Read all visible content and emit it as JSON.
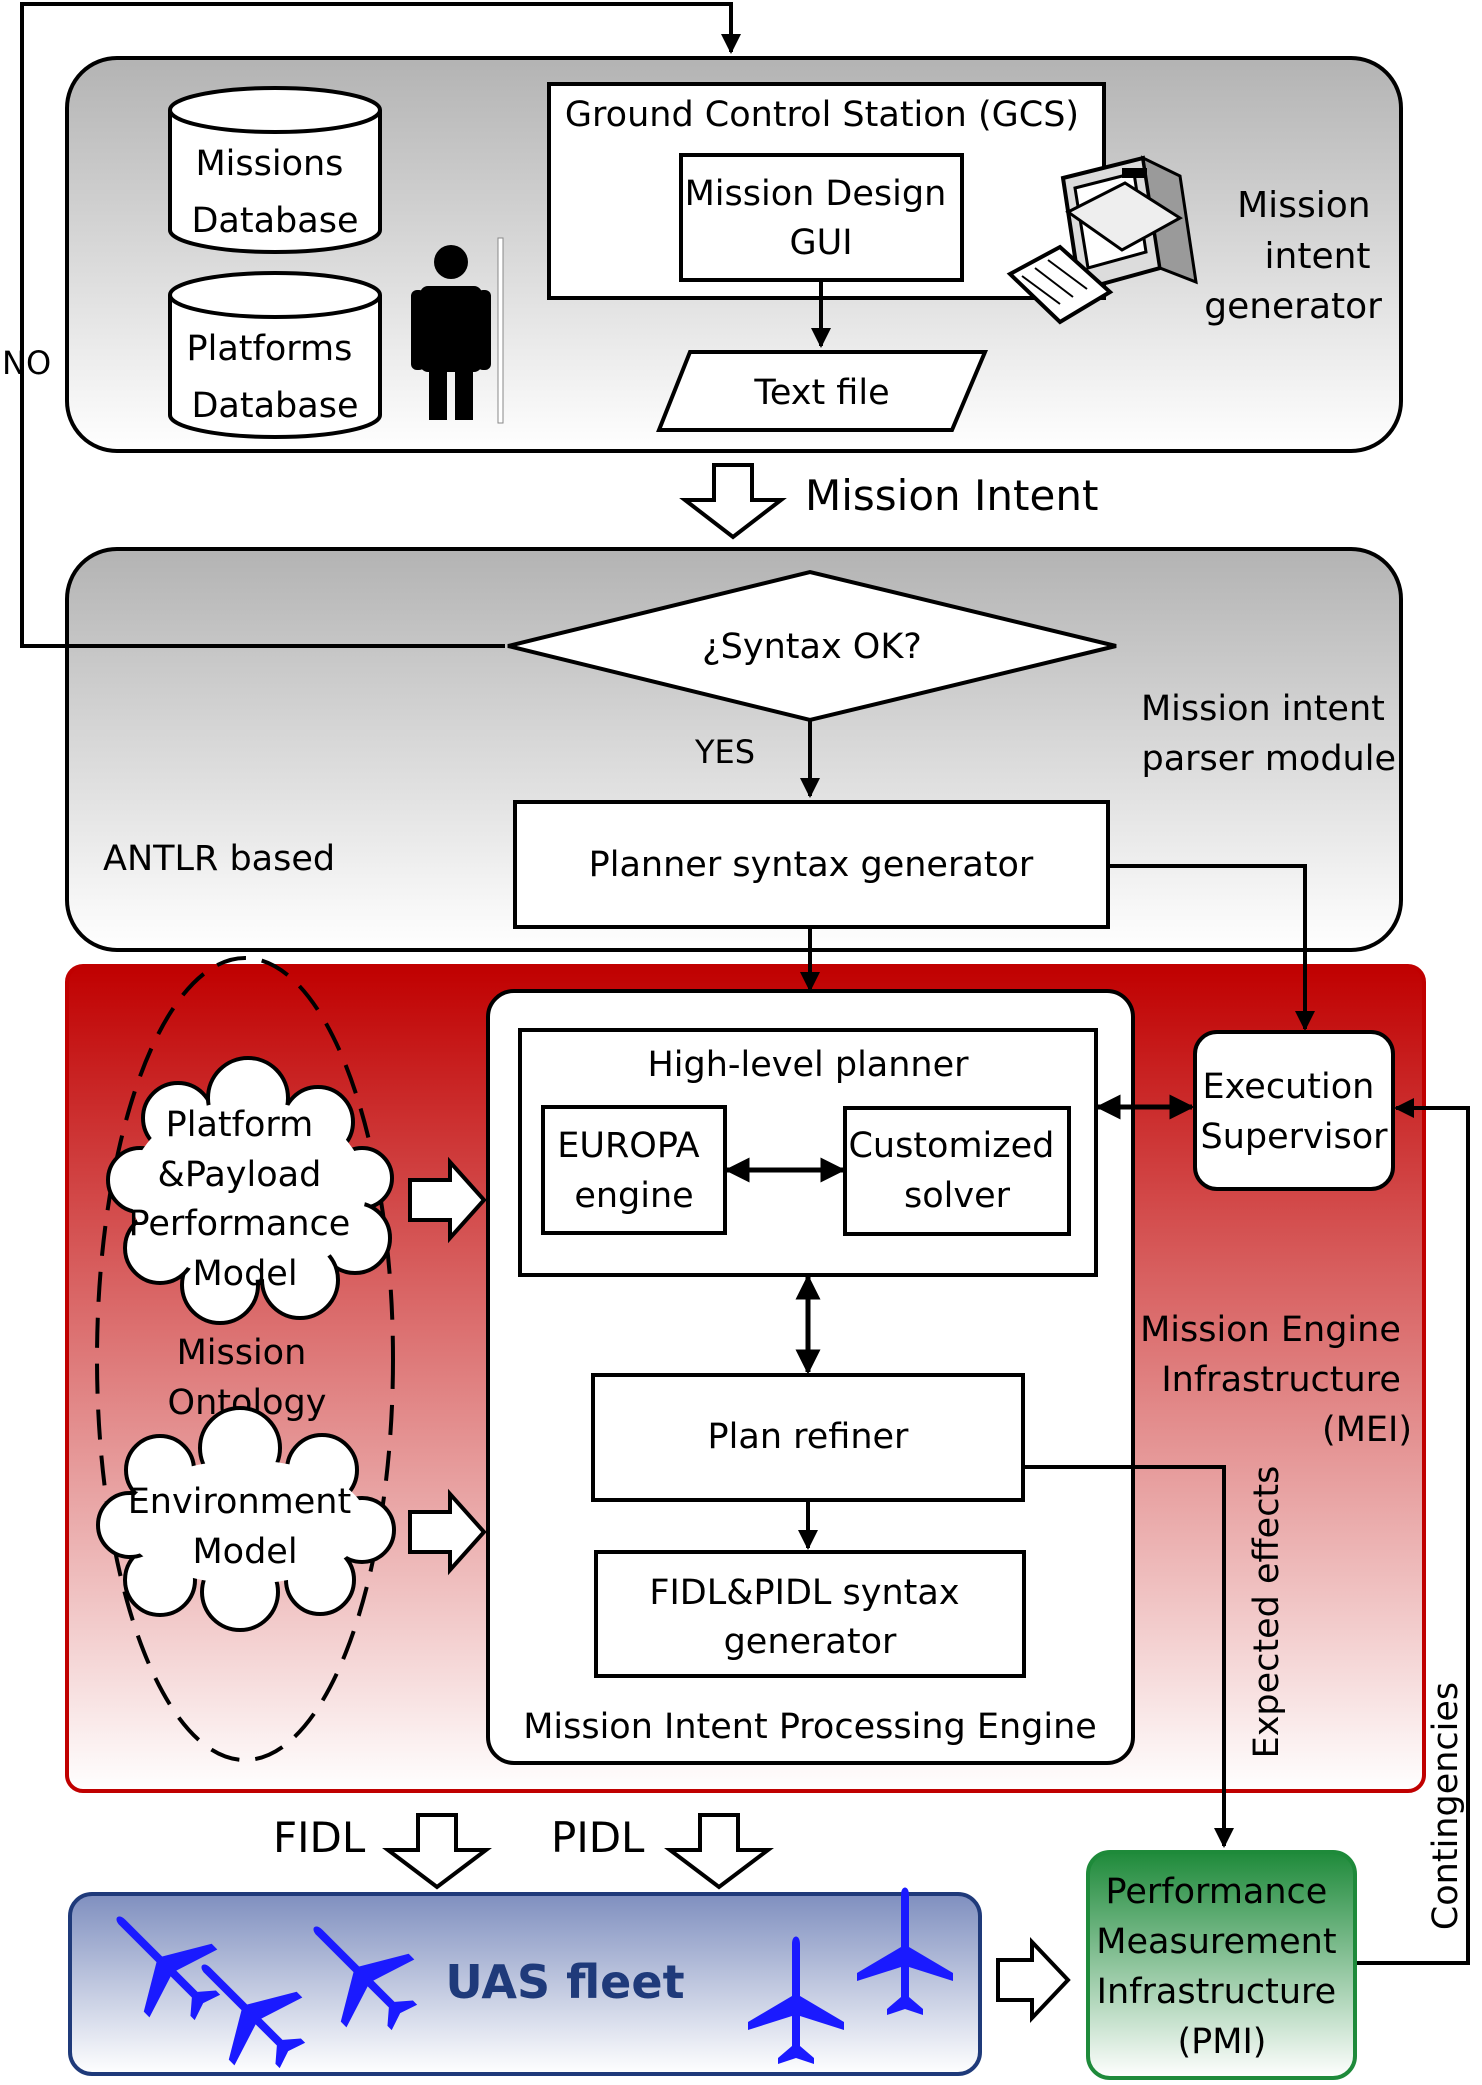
{
  "panels": {
    "generator": {
      "label_lines": [
        "Mission",
        "intent",
        "generator"
      ]
    },
    "parser": {
      "label_lines": [
        "Mission intent",
        "parser module"
      ],
      "note": "ANTLR based"
    },
    "mei": {
      "label_lines": [
        "Mission Engine",
        "Infrastructure",
        "(MEI)"
      ]
    }
  },
  "nodes": {
    "missions_db": [
      "Missions",
      "Database"
    ],
    "platforms_db": [
      "Platforms",
      "Database"
    ],
    "gcs": "Ground Control Station (GCS)",
    "mission_design_gui": [
      "Mission Design",
      "GUI"
    ],
    "text_file": "Text file",
    "syntax_check": "¿Syntax OK?",
    "planner_syntax_generator": "Planner syntax generator",
    "high_level_planner": "High-level planner",
    "europa_engine": [
      "EUROPA",
      "engine"
    ],
    "customized_solver": [
      "Customized",
      "solver"
    ],
    "plan_refiner": "Plan refiner",
    "fidl_pidl_generator": [
      "FIDL&PIDL syntax",
      "generator"
    ],
    "mipe": "Mission Intent Processing Engine",
    "execution_supervisor": [
      "Execution",
      "Supervisor"
    ],
    "platform_model": [
      "Platform",
      "&Payload",
      "Performance",
      "Model"
    ],
    "environment_model": [
      "Environment",
      "Model"
    ],
    "mission_ontology": [
      "Mission",
      "Ontology"
    ],
    "uas_fleet": "UAS fleet",
    "pmi": [
      "Performance",
      "Measurement",
      "Infrastructure",
      "(PMI)"
    ]
  },
  "flows": {
    "mission_intent": "Mission Intent",
    "no": "NO",
    "yes": "YES",
    "fidl": "FIDL",
    "pidl": "PIDL",
    "expected_effects": "Expected effects",
    "contingencies": "Contingencies"
  },
  "colors": {
    "gray_panel_top": "#b3b3b3",
    "mei_red": "#c00000",
    "uas_blue": "#1f3a7a",
    "plane_blue": "#1a1aff",
    "pmi_green": "#1e8a3a"
  },
  "icons": [
    "person-icon",
    "computer-icon",
    "airplane-icon"
  ]
}
